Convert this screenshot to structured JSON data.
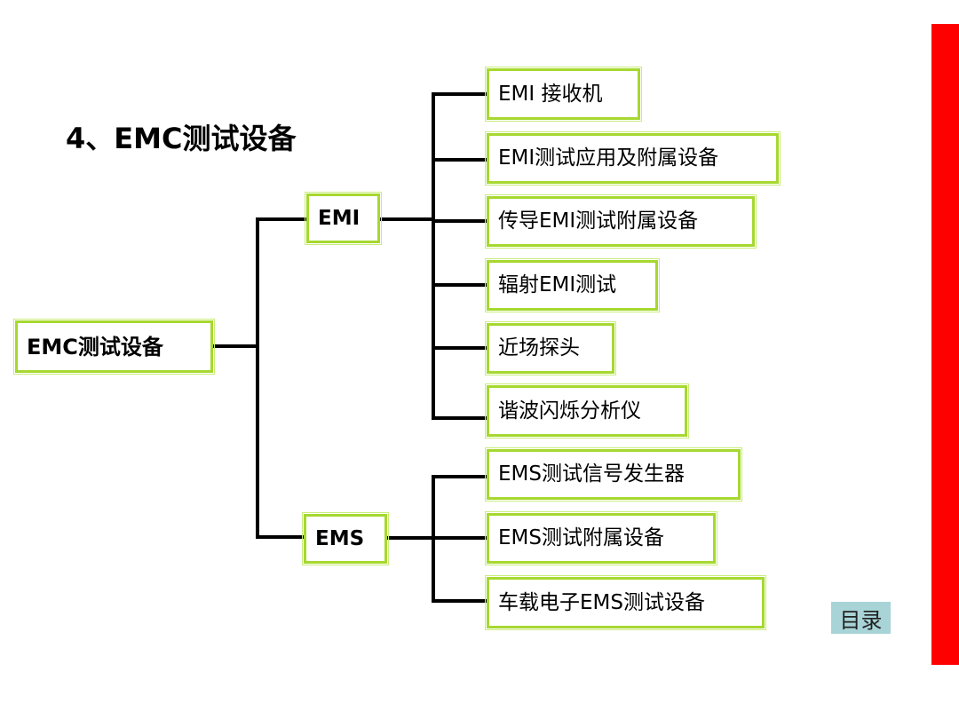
{
  "title": "4、EMC测试设备",
  "root": "EMC测试设备",
  "categories": [
    {
      "label": "EMI",
      "items": [
        "EMI 接收机",
        "EMI测试应用及附属设备",
        "传导EMI测试附属设备",
        "辐射EMI测试",
        "近场探头",
        "谐波闪烁分析仪"
      ]
    },
    {
      "label": "EMS",
      "items": [
        "EMS测试信号发生器",
        "EMS测试附属设备",
        "车载电子EMS测试设备"
      ]
    }
  ],
  "toc_label": "目录",
  "colors": {
    "box_border": "#a6d830",
    "accent_bar": "#ff0000",
    "toc_bg": "#a8d4d7"
  }
}
